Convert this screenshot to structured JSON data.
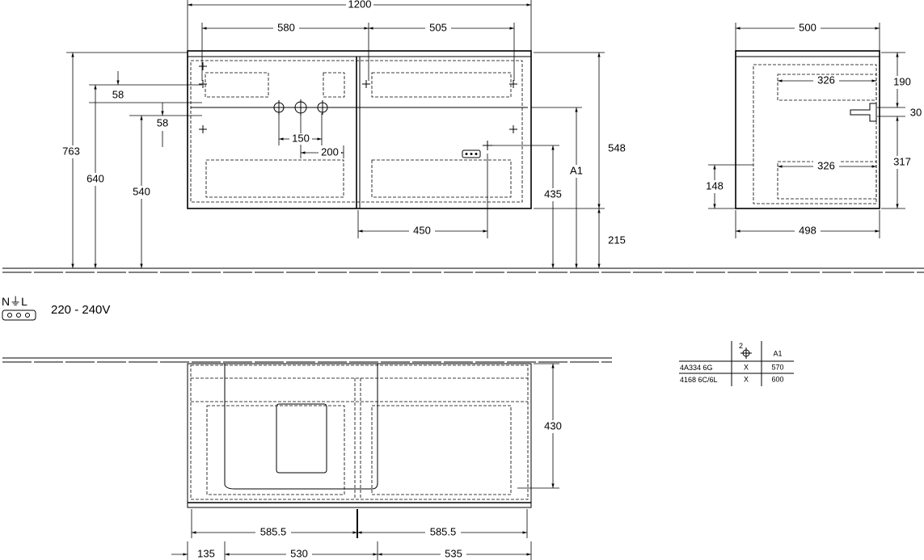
{
  "front_view": {
    "dimensions": {
      "width_total": "1200",
      "left_drawer": "580",
      "right_drawer": "505",
      "height_total": "763",
      "h_640": "640",
      "h_540": "540",
      "gap_upper": "58",
      "gap_lower": "58",
      "pipe_spacing": "150",
      "pipe_offset": "200",
      "socket_offset": "450",
      "socket_height": "435",
      "a1": "A1",
      "cabinet_height": "548",
      "floor_clearance": "215"
    }
  },
  "side_view": {
    "dimensions": {
      "depth_total": "500",
      "upper_drawer_depth": "326",
      "lower_drawer_depth": "326",
      "top_offset": "190",
      "pipe_gap": "30",
      "lower_height": "317",
      "bottom_offset": "148",
      "depth_inner": "498"
    }
  },
  "electrical": {
    "symbol_label": "N⏚L",
    "voltage": "220 - 240V"
  },
  "top_view": {
    "dimensions": {
      "depth": "430",
      "left_half": "585.5",
      "right_half": "585.5",
      "seg_135": "135",
      "seg_530": "530",
      "seg_535": "535"
    }
  },
  "variant_table": {
    "headers": [
      "2",
      "A1"
    ],
    "rows": [
      {
        "model": "4A334 6G",
        "mark": "X",
        "a1": "570"
      },
      {
        "model": "4168 6C/6L",
        "mark": "X",
        "a1": "600"
      }
    ]
  }
}
